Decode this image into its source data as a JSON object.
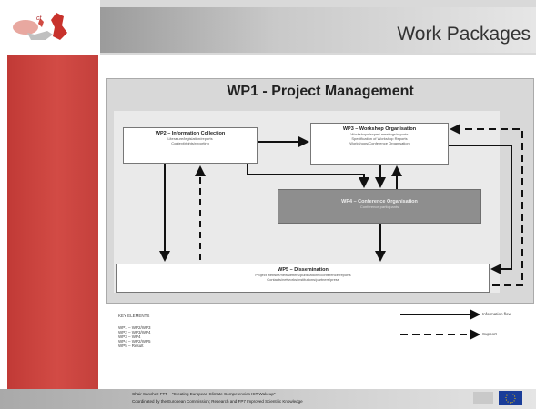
{
  "header": {
    "title": "Work Packages"
  },
  "diagram": {
    "title": "WP1 - Project Management",
    "boxes": {
      "wp2": {
        "title": "WP2 – Information Collection",
        "lines": [
          "Literature/legislation/reports",
          "Context/rights/reporting"
        ]
      },
      "wp3": {
        "title": "WP3 – Workshop Organisation",
        "lines": [
          "Workshops/expert meetings/reports",
          "Specification of Workshop Reports",
          "Workshops/Conference Organisation"
        ]
      },
      "wp4": {
        "title": "WP4 – Conference Organisation",
        "lines": [
          "Conference participants"
        ]
      },
      "wp5": {
        "title": "WP5 – Dissemination",
        "lines": [
          "Project website/newsletters/publications/conference reports",
          "Contacts/networks/institutions/partners/press"
        ]
      }
    }
  },
  "legend": {
    "title": "KEY ELEMENTS",
    "items": [
      "WP1 – WP2/WP3",
      "WP2 – WP3/WP4",
      "WP3 – WP4",
      "WP4 – WP2/WP5",
      "WP5 – Result"
    ],
    "solid_label": "Information flow",
    "dashed_label": "Support"
  },
  "footer": {
    "line1": "Chair Sanchez FTT – \"Creating European Climate Competencies ICT Wakeup\"",
    "line2": "Coordinated by the European Commission; Research and FP7 Improved Scientific Knowledge"
  },
  "colors": {
    "sidebar": "#cc4640",
    "accent": "#c13a36"
  }
}
